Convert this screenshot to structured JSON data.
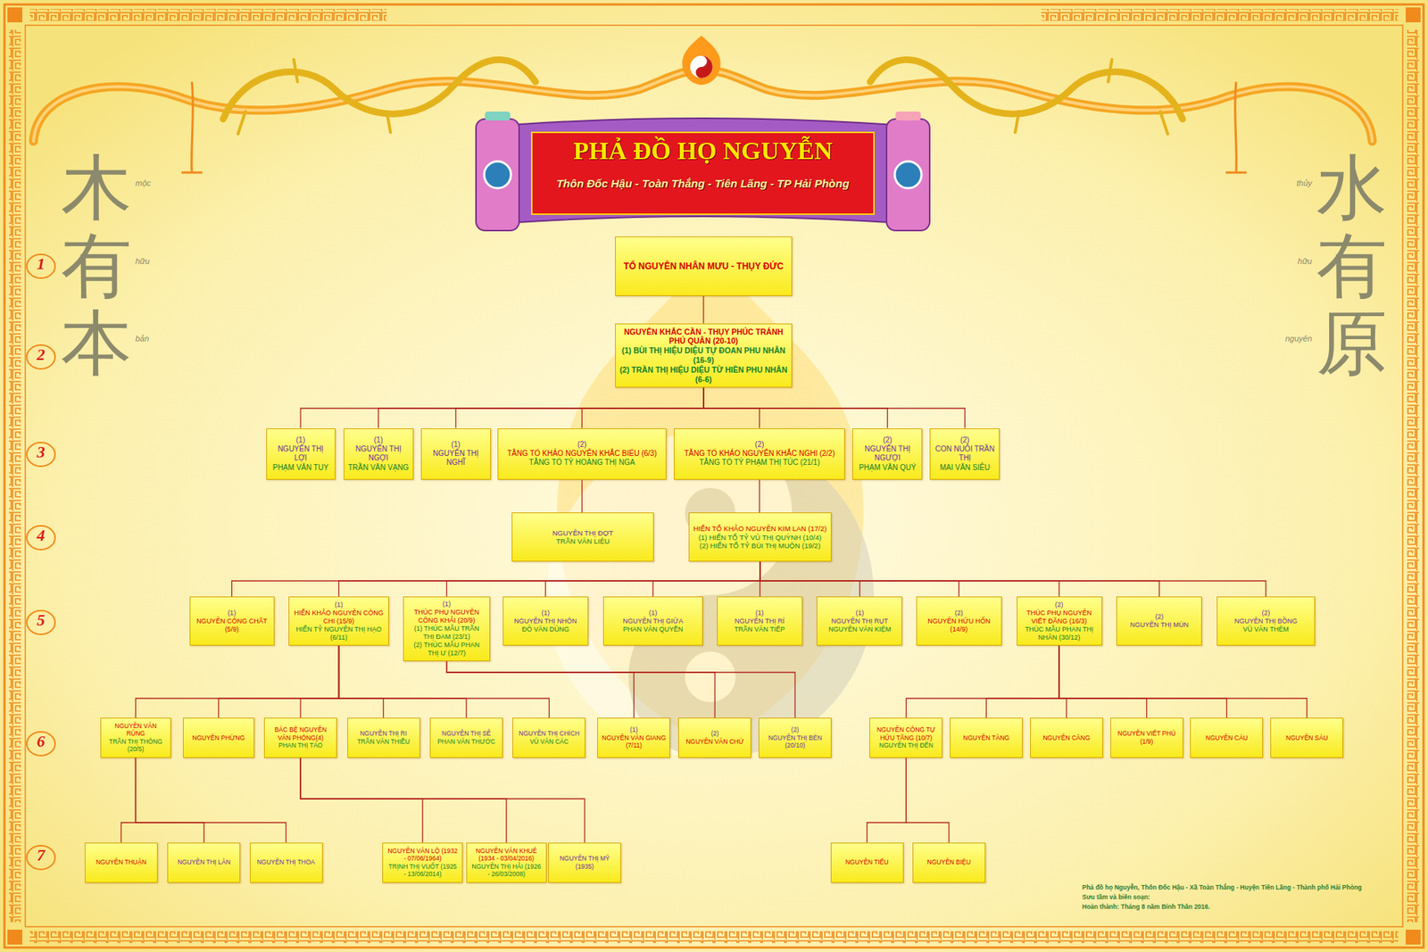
{
  "diagram": {
    "title": "PHẢ ĐỒ HỌ NGUYỄN",
    "nodes": [
      {
        "text": [
          "TỔ NGUYỄN NHÂN MƯU - THỤY ĐỨC"
        ]
      },
      {
        "text": [
          "NGUYỄN KHẮC CẦN - THỤY PHÚC TRÁNH PHÚ QUÂN (20-10)",
          "(1) BÙI THỊ HIỆU DIỆU TỰ ĐOAN PHU NHÂN (16-9)",
          "(2) TRẦN THỊ HIỆU DIỆU TỪ HIỀN PHU NHÂN (6-6)"
        ]
      },
      {
        "text": [
          "(1)",
          "NGUYỄN THỊ LỢI",
          "PHẠM VĂN TUY"
        ]
      },
      {
        "text": [
          "(1)",
          "NGUYỄN THỊ NGỢI",
          "TRẦN VĂN VẠNG"
        ]
      },
      {
        "text": [
          "(1)",
          "NGUYỄN THỊ NGHĨ"
        ]
      },
      {
        "text": [
          "(2)",
          "TẰNG TỔ KHẢO NGUYỄN KHẮC BIỂU (6/3)",
          "TẰNG TỔ TỶ HOÀNG THỊ NGA"
        ]
      },
      {
        "text": [
          "(2)",
          "TẰNG TỔ KHẢO NGUYỄN KHẮC NGHI (2/2)",
          "TẰNG TỔ TỶ PHẠM THỊ TÚC (21/1)"
        ]
      },
      {
        "text": [
          "(2)",
          "NGUYỄN THỊ NGƯỢI",
          "PHẠM VĂN QUÝ"
        ]
      },
      {
        "text": [
          "(2)",
          "CON NUÔI TRẦN THỊ",
          "MAI VĂN SIÊU"
        ]
      },
      {
        "text": [
          "NGUYỄN THỊ ĐỢT",
          "TRẦN VĂN LIÊU"
        ]
      },
      {
        "text": [
          "HIỂN TỔ KHẢO NGUYỄN KIM LAN (17/2)",
          "(1) HIỂN TỔ TỶ VŨ THỊ QUỲNH (10/4)",
          "(2) HIỂN TỔ TỶ BÙI THỊ MUỘN (19/2)"
        ]
      },
      {
        "text": [
          "(1)",
          "NGUYỄN CÔNG CHẤT (5/9)"
        ]
      },
      {
        "text": [
          "(1)",
          "HIỂN KHẢO NGUYỄN CÔNG CHI (15/9)",
          "HIỂN TỶ NGUYỄN THỊ HẠO (6/11)"
        ]
      },
      {
        "text": [
          "(1)",
          "THÚC PHỤ NGUYỄN CÔNG KHẢI (20/9)",
          "(1) THÚC MẪU TRẦN THỊ ĐAM (23/1)",
          "(2) THÚC MẪU PHAN THỊ Ư (12/7)"
        ]
      },
      {
        "text": [
          "(1)",
          "NGUYỄN THỊ NHÔN",
          "ĐỖ VĂN DŨNG"
        ]
      },
      {
        "text": [
          "(1)",
          "NGUYỄN THỊ GIỮA",
          "PHAN VĂN QUYỀN"
        ]
      },
      {
        "text": [
          "(1)",
          "NGUYỄN THỊ RÍ",
          "TRẦN VĂN TIẾP"
        ]
      },
      {
        "text": [
          "(1)",
          "NGUYỄN THỊ RỤT",
          "NGUYỄN VĂN KIỆM"
        ]
      },
      {
        "text": [
          "(2)",
          "NGUYỄN HỮU HỐN (14/9)"
        ]
      },
      {
        "text": [
          "(2)",
          "THÚC PHỤ NGUYỄN VIẾT ĐẰNG (16/3)",
          "THÚC MẪU PHAN THỊ NHÃN (30/12)"
        ]
      },
      {
        "text": [
          "(2)",
          "NGUYỄN THỊ MÙN"
        ]
      },
      {
        "text": [
          "(2)",
          "NGUYỄN THỊ BỒNG",
          "VŨ VĂN THÊM"
        ]
      },
      {
        "text": [
          "NGUYỄN VĂN RŨNG",
          "TRẦN THỊ THÔNG (20/5)"
        ]
      },
      {
        "text": [
          "NGUYỄN PHỪNG"
        ]
      },
      {
        "text": [
          "BÁC BỆ NGUYỄN VĂN PHÓNG(4)",
          "PHAN THỊ TÁO"
        ]
      },
      {
        "text": [
          "NGUYỄN THỊ RI",
          "TRẦN VĂN THIỀU"
        ]
      },
      {
        "text": [
          "NGUYỄN THỊ SẺ",
          "PHAN VĂN THƯỚC"
        ]
      },
      {
        "text": [
          "NGUYỄN THỊ CHÍCH",
          "VŨ VĂN CÁC"
        ]
      },
      {
        "text": [
          "(1)",
          "NGUYỄN VĂN GIANG (7/11)"
        ]
      },
      {
        "text": [
          "(2)",
          "NGUYỄN VĂN CHỨ"
        ]
      },
      {
        "text": [
          "(2)",
          "NGUYỄN THỊ BÉN (20/10)"
        ]
      },
      {
        "text": [
          "NGUYỄN CÔNG TỰ HỮU TẰNG (10/7)",
          "NGUYỄN THỊ ĐẾN"
        ]
      },
      {
        "text": [
          "NGUYỄN TĂNG"
        ]
      },
      {
        "text": [
          "NGUYỄN CĂNG"
        ]
      },
      {
        "text": [
          "NGUYỄN VIẾT PHÚ (1/9)"
        ]
      },
      {
        "text": [
          "NGUYỄN CÁU"
        ]
      },
      {
        "text": [
          "NGUYỄN SÁU"
        ]
      },
      {
        "text": [
          "NGUYỄN THUẬN"
        ]
      },
      {
        "text": [
          "NGUYỄN THỊ LÂN"
        ]
      },
      {
        "text": [
          "NGUYỄN THỊ THOA"
        ]
      },
      {
        "text": [
          "NGUYỄN VĂN LỘ (1932 - 07/06/1964)",
          "TRỊNH THỊ VUỐT (1925 - 13/06/2014)"
        ]
      },
      {
        "text": [
          "NGUYỄN VĂN KHUÊ (1934 - 03/04/2016)",
          "NGUYỄN THỊ HẢI (1926 - 26/03/2008)"
        ]
      },
      {
        "text": [
          "NGUYỄN THỊ MỸ (1935)"
        ]
      },
      {
        "text": [
          "NGUYỄN TIẾU"
        ]
      },
      {
        "text": [
          "NGUYỄN BIỆU"
        ]
      }
    ],
    "edges": [
      {
        "from": 0,
        "to": 1,
        "arrow": "none"
      },
      {
        "from": 1,
        "to": 2,
        "arrow": "none"
      },
      {
        "from": 1,
        "to": 3,
        "arrow": "none"
      },
      {
        "from": 1,
        "to": 4,
        "arrow": "none"
      },
      {
        "from": 1,
        "to": 5,
        "arrow": "none"
      },
      {
        "from": 1,
        "to": 6,
        "arrow": "none"
      },
      {
        "from": 1,
        "to": 7,
        "arrow": "none"
      },
      {
        "from": 1,
        "to": 8,
        "arrow": "none"
      },
      {
        "from": 5,
        "to": 9,
        "arrow": "none"
      },
      {
        "from": 6,
        "to": 10,
        "arrow": "none"
      },
      {
        "from": 10,
        "to": 11,
        "arrow": "none"
      },
      {
        "from": 10,
        "to": 12,
        "arrow": "none"
      },
      {
        "from": 10,
        "to": 13,
        "arrow": "none"
      },
      {
        "from": 10,
        "to": 14,
        "arrow": "none"
      },
      {
        "from": 10,
        "to": 15,
        "arrow": "none"
      },
      {
        "from": 10,
        "to": 16,
        "arrow": "none"
      },
      {
        "from": 10,
        "to": 17,
        "arrow": "none"
      },
      {
        "from": 10,
        "to": 18,
        "arrow": "none"
      },
      {
        "from": 10,
        "to": 19,
        "arrow": "none"
      },
      {
        "from": 10,
        "to": 20,
        "arrow": "none"
      },
      {
        "from": 10,
        "to": 21,
        "arrow": "none"
      },
      {
        "from": 12,
        "to": 22,
        "arrow": "none"
      },
      {
        "from": 12,
        "to": 23,
        "arrow": "none"
      },
      {
        "from": 12,
        "to": 24,
        "arrow": "none"
      },
      {
        "from": 12,
        "to": 25,
        "arrow": "none"
      },
      {
        "from": 12,
        "to": 26,
        "arrow": "none"
      },
      {
        "from": 12,
        "to": 27,
        "arrow": "none"
      },
      {
        "from": 13,
        "to": 28,
        "arrow": "none"
      },
      {
        "from": 13,
        "to": 29,
        "arrow": "none"
      },
      {
        "from": 13,
        "to": 30,
        "arrow": "none"
      },
      {
        "from": 19,
        "to": 31,
        "arrow": "none"
      },
      {
        "from": 19,
        "to": 32,
        "arrow": "none"
      },
      {
        "from": 19,
        "to": 33,
        "arrow": "none"
      },
      {
        "from": 19,
        "to": 34,
        "arrow": "none"
      },
      {
        "from": 19,
        "to": 35,
        "arrow": "none"
      },
      {
        "from": 19,
        "to": 36,
        "arrow": "none"
      },
      {
        "from": 22,
        "to": 37,
        "arrow": "none"
      },
      {
        "from": 22,
        "to": 38,
        "arrow": "none"
      },
      {
        "from": 22,
        "to": 39,
        "arrow": "none"
      },
      {
        "from": 24,
        "to": 40,
        "arrow": "none"
      },
      {
        "from": 24,
        "to": 41,
        "arrow": "none"
      },
      {
        "from": 24,
        "to": 42,
        "arrow": "none"
      },
      {
        "from": 31,
        "to": 43,
        "arrow": "none"
      },
      {
        "from": 31,
        "to": 44,
        "arrow": "none"
      }
    ],
    "labels": [
      "Thôn Đốc Hậu - Toàn Thắng - Tiên Lãng - TP Hải Phòng",
      "木有本",
      "mộc",
      "hữu",
      "bản",
      "水有原",
      "thủy",
      "hữu",
      "nguyên",
      "1",
      "2",
      "3",
      "4",
      "5",
      "6",
      "7",
      "Phả đồ họ Nguyễn, Thôn Đốc Hậu - Xã Toàn Thắng - Huyện Tiên Lãng - Thành phố Hải Phòng",
      "Sưu tầm và biên soạn:",
      "Hoàn thành: Tháng 8 năm Bính Thân 2016."
    ]
  }
}
